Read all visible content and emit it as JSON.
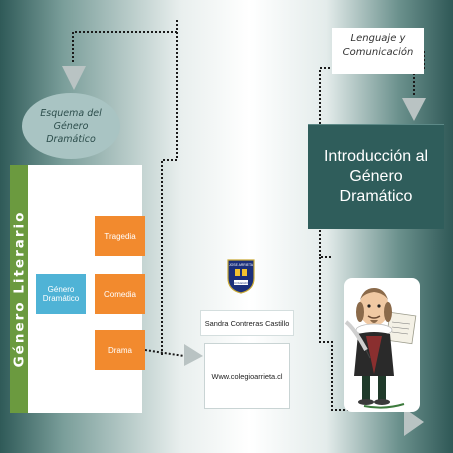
{
  "top_tag": {
    "line1": "Lenguaje y",
    "line2": "Comunicación"
  },
  "scheme_oval": {
    "line1": "Esquema del",
    "line2": "Género",
    "line3": "Dramático"
  },
  "title_box": {
    "line1": "Introducción al",
    "line2": "Género",
    "line3": "Dramático"
  },
  "side_label": "Género Literario",
  "center_node": "Género Dramático",
  "leaves": [
    "Tragedia",
    "Comedia",
    "Drama"
  ],
  "logo": {
    "top_text": "JOSE ARRIETA",
    "bottom_text": "COLEGIO"
  },
  "author": "Sandra Contreras Castillo",
  "website": "Www.colegioarrieta.cl",
  "colors": {
    "teal_dark": "#2f5d5b",
    "green_bar": "#6b9a3f",
    "blue_node": "#4fb3d6",
    "orange_leaf": "#f28a2e",
    "arrow_gray": "#b9c3c3"
  },
  "illustration": "caricature-of-shakespeare-with-quill"
}
